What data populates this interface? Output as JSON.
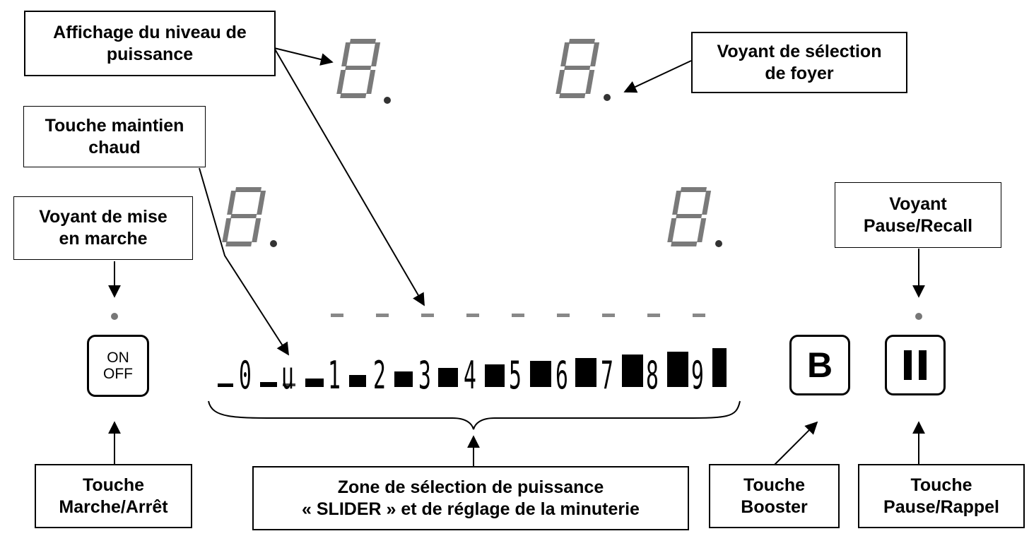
{
  "labels": {
    "power_display": [
      "Affichage du niveau de",
      "puissance"
    ],
    "zone_select": [
      "Voyant de sélection",
      "de foyer"
    ],
    "keep_warm": [
      "Touche maintien",
      "chaud"
    ],
    "power_on_led": [
      "Voyant de mise",
      "en marche"
    ],
    "pause_led": [
      "Voyant",
      "Pause/Recall"
    ],
    "onoff_key": [
      "Touche",
      "Marche/Arrêt"
    ],
    "slider_zone": [
      "Zone de sélection de puissance",
      "« SLIDER » et de réglage de la minuterie"
    ],
    "booster_key": [
      "Touche",
      "Booster"
    ],
    "pause_key": [
      "Touche",
      "Pause/Rappel"
    ]
  },
  "buttons": {
    "onoff": [
      "ON",
      "OFF"
    ],
    "booster": "B",
    "pause": "II"
  },
  "slider": {
    "levels": [
      "0",
      "u",
      "1",
      "2",
      "3",
      "4",
      "5",
      "6",
      "7",
      "8",
      "9"
    ]
  }
}
